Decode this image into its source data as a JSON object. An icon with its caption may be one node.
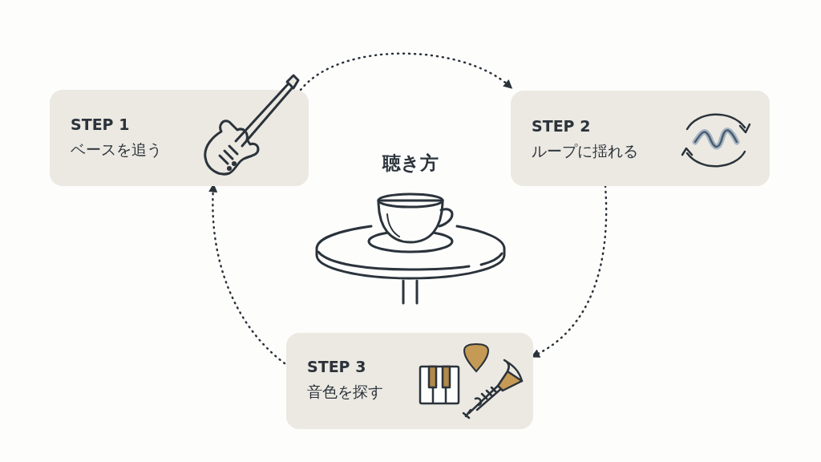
{
  "diagram": {
    "title": "聴き方",
    "nodes": [
      {
        "text": [
          "STEP 1",
          "ベースを追う"
        ]
      },
      {
        "text": [
          "STEP 2",
          "ループに揺れる"
        ]
      },
      {
        "text": [
          "STEP 3",
          "音色を探す"
        ]
      }
    ],
    "edges": [
      {
        "from": 0,
        "to": 1,
        "arrow": "to",
        "style": "dashed"
      },
      {
        "from": 1,
        "to": 2,
        "arrow": "to",
        "style": "dashed"
      },
      {
        "from": 2,
        "to": 0,
        "arrow": "to",
        "style": "dashed"
      }
    ]
  }
}
